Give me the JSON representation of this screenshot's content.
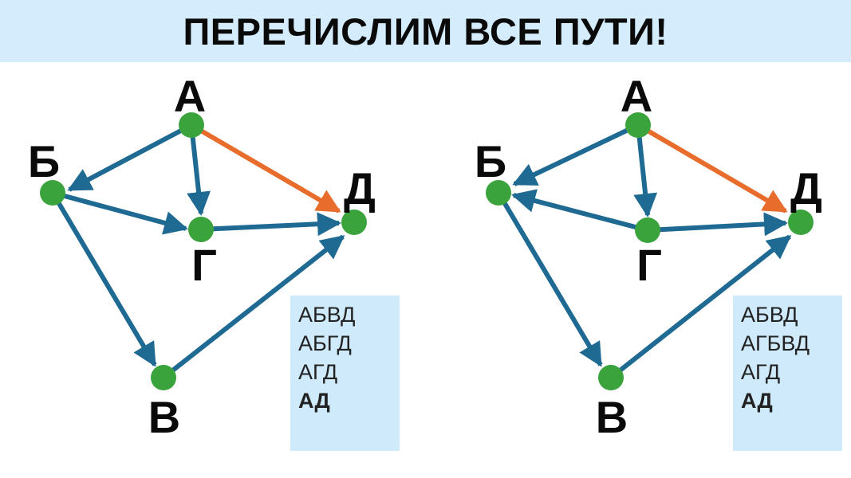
{
  "title": "ПЕРЕЧИСЛИМ ВСЕ ПУТИ!",
  "colors": {
    "edge": "#1f6a93",
    "highlight_edge": "#e86c2c",
    "node": "#3aa33c",
    "title_bg": "#d4ecfb",
    "box_bg": "#cfeafb"
  },
  "diagrams": [
    {
      "nodes": {
        "A": "А",
        "B": "Б",
        "V": "В",
        "G": "Г",
        "D": "Д"
      },
      "paths": [
        "АБВД",
        "АБГД",
        "АГД",
        "АД"
      ],
      "bold_path": "АД"
    },
    {
      "nodes": {
        "A": "А",
        "B": "Б",
        "V": "В",
        "G": "Г",
        "D": "Д"
      },
      "paths": [
        "АБВД",
        "АГБВД",
        "АГД",
        "АД"
      ],
      "bold_path": "АД"
    }
  ]
}
